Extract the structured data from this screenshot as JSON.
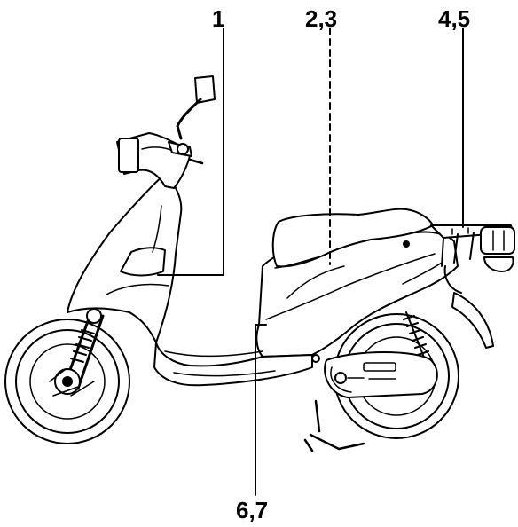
{
  "callouts": {
    "c1": "1",
    "c23": "2,3",
    "c45": "4,5",
    "c67": "6,7"
  },
  "colors": {
    "ink": "#000000",
    "paper": "#ffffff"
  }
}
